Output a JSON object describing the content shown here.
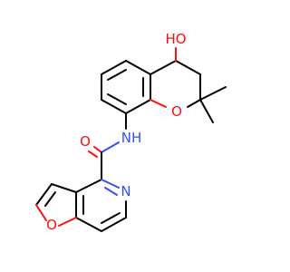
{
  "molecule": {
    "atoms": {
      "hydroxyl": {
        "label": "HO"
      },
      "ring_oxygen": {
        "label": "O"
      },
      "amide_nitrogen": {
        "label": "NH"
      },
      "carbonyl_oxygen": {
        "label": "O"
      },
      "pyridine_nitrogen": {
        "label": "N"
      },
      "furan_oxygen": {
        "label": "O"
      }
    },
    "colors": {
      "bond": "#000000",
      "oxygen": "#ff0d0d",
      "nitrogen": "#3050f8"
    }
  }
}
